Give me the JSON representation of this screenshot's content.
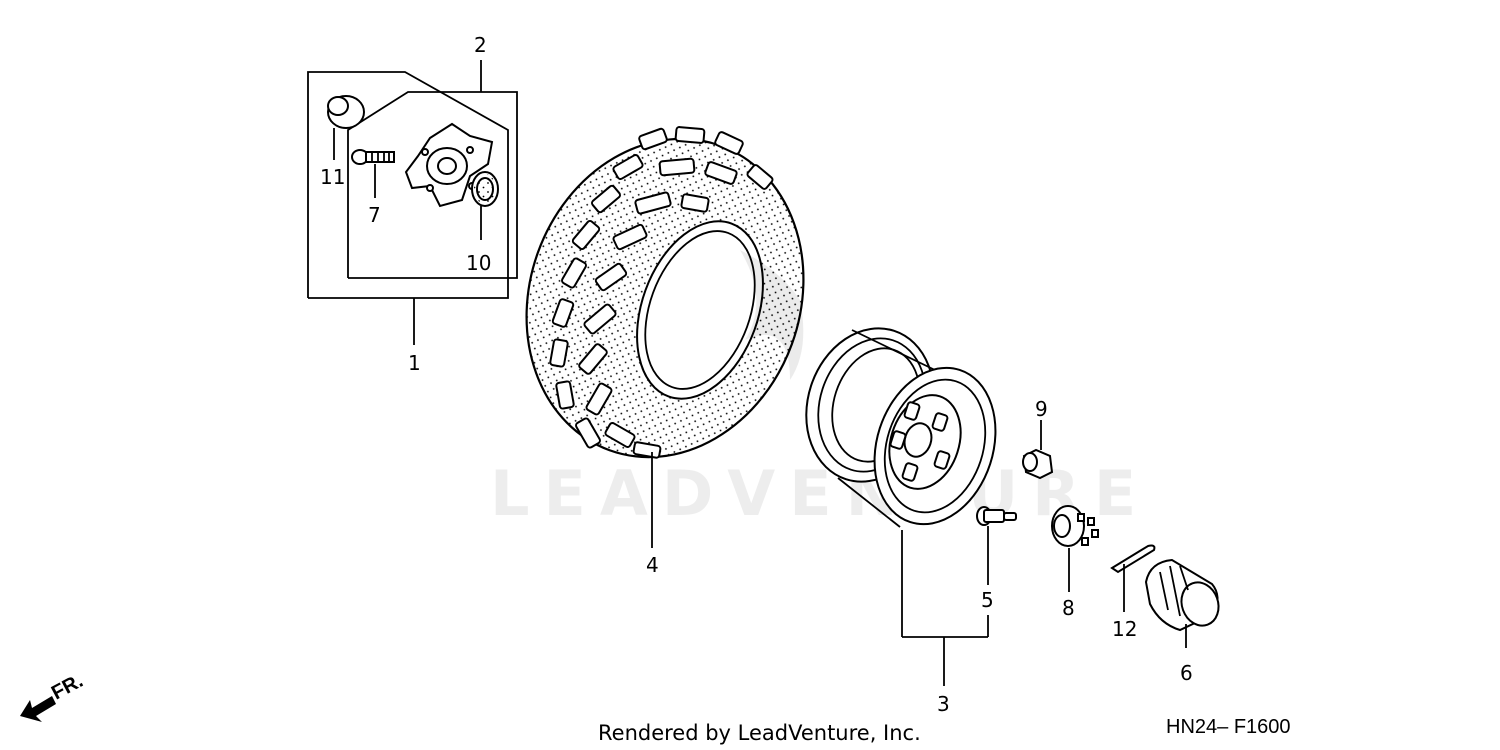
{
  "callouts": {
    "c1": "1",
    "c2": "2",
    "c3": "3",
    "c4": "4",
    "c5": "5",
    "c6": "6",
    "c7": "7",
    "c8": "8",
    "c9": "9",
    "c10": "10",
    "c11": "11",
    "c12": "12"
  },
  "footer": {
    "credit": "Rendered by LeadVenture, Inc.",
    "diagram_code": "HN24– F1600"
  },
  "watermark": {
    "text": "LEADVENTURE"
  },
  "direction": {
    "label": "FR."
  },
  "icons": [
    "front-direction-arrow-icon"
  ]
}
